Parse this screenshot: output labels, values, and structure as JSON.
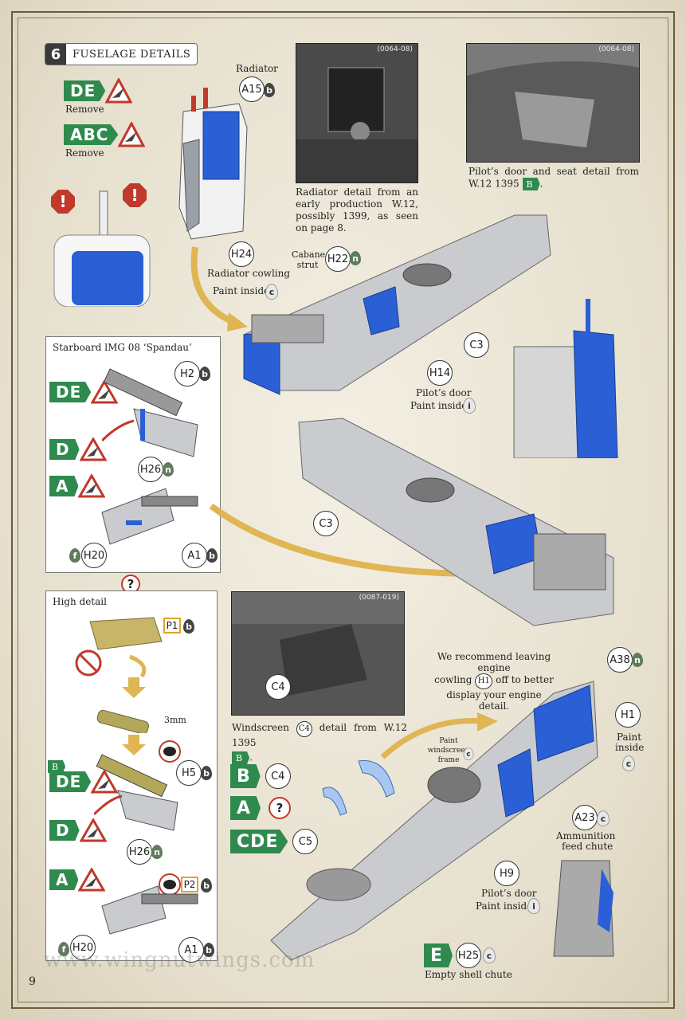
{
  "section": {
    "number": "6",
    "title": "FUSELAGE DETAILS"
  },
  "remove_tags": [
    {
      "letters": "DE",
      "label": "Remove"
    },
    {
      "letters": "ABC",
      "label": "Remove"
    }
  ],
  "radiator": {
    "label": "Radiator",
    "part": "A15",
    "paint": "b"
  },
  "radiator_cowling": {
    "part": "H24",
    "label": "Radiator cowling",
    "paint_label": "Paint inside",
    "paint": "c"
  },
  "photo1": {
    "id": "(0064-08)",
    "caption": "Radiator detail from an early production W.12, possibly 1399, as seen on page 8."
  },
  "photo2": {
    "id": "(0064-08)",
    "caption": "Pilot’s door and seat detail from W.12 1395",
    "tag": "B"
  },
  "cabane": {
    "label": "Cabane strut",
    "part": "H22",
    "paint": "n"
  },
  "callouts_main": {
    "c3": "C3",
    "h14": "H14",
    "pilots_door": "Pilot’s door",
    "paint_inside": "Paint inside",
    "paint_i": "i"
  },
  "spandau": {
    "title": "Starboard lMG 08 ‘Spandau’",
    "tags": [
      "DE",
      "D",
      "A"
    ],
    "h2": "H2",
    "h2_paint": "b",
    "h26": "H26",
    "h26_paint": "n",
    "h20": "H20",
    "h20_paint": "f",
    "a1": "A1",
    "a1_paint": "b"
  },
  "c3_second": "C3",
  "high_detail": {
    "title": "High detail",
    "p1": "P1",
    "p1_paint": "b",
    "dim": "3mm",
    "tags": [
      "B",
      "DE",
      "D",
      "A"
    ],
    "h5": "H5",
    "h5_paint": "b",
    "h26": "H26",
    "h26_paint": "n",
    "p2": "P2",
    "p2_paint": "b",
    "h20": "H20",
    "h20_paint": "f",
    "a1": "A1",
    "a1_paint": "b"
  },
  "photo3": {
    "id": "(0087-019)",
    "callout": "C4",
    "caption_a": "Windscreen",
    "caption_part": "C4",
    "caption_b": "detail from W.12 1395",
    "tag": "B"
  },
  "windscreen_opts": [
    {
      "tag": "B",
      "part": "C4"
    },
    {
      "tag": "A",
      "part": "?"
    },
    {
      "tag": "CDE",
      "part": "C5"
    }
  ],
  "engine_note": {
    "line1": "We recommend leaving engine",
    "line2a": "cowling",
    "part": "H1",
    "line2b": "off to better",
    "line3": "display your engine detail."
  },
  "lower": {
    "a38": "A38",
    "a38_paint": "n",
    "h1": "H1",
    "h1_label1": "Paint",
    "h1_label2": "inside",
    "h1_paint": "c",
    "windscreen_frame": "Paint windscreen frame",
    "wf_paint": "c",
    "a23": "A23",
    "a23_paint": "c",
    "ammo1": "Ammunition",
    "ammo2": "feed chute",
    "h9": "H9",
    "pilots_door": "Pilot’s door",
    "paint_inside": "Paint inside",
    "paint_i": "i",
    "e_tag": "E",
    "h25": "H25",
    "h25_paint": "c",
    "shell": "Empty shell chute"
  },
  "footer": {
    "url": "www.wingnutwings.com",
    "page": "9"
  },
  "colors": {
    "green_tag": "#2f8a4e",
    "blue_part": "#2a5fd6",
    "fuselage_grey": "#c9cbcf",
    "arrow": "#e0b553"
  }
}
